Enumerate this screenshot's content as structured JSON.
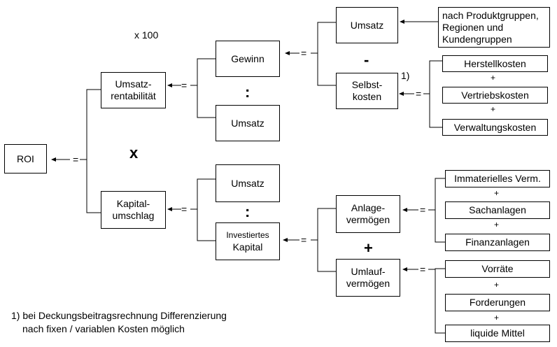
{
  "diagram": {
    "multiplier_note": "x 100",
    "footnote_marker": "1)",
    "boxes": {
      "roi": "ROI",
      "umsatzrentabilitaet": "Umsatz-\nrentabilität",
      "kapitalumschlag": "Kapital-\numschlag",
      "gewinn": "Gewinn",
      "umsatz_mid": "Umsatz",
      "umsatz_lower": "Umsatz",
      "investiertes_kapital_line1": "Investiertes",
      "investiertes_kapital_line2": "Kapital",
      "umsatz_top": "Umsatz",
      "selbstkosten": "Selbst-\nkosten",
      "produktgruppen": "nach Produktgruppen,\nRegionen und\nKundengruppen",
      "herstellkosten": "Herstellkosten",
      "vertriebskosten": "Vertriebskosten",
      "verwaltungskosten": "Verwaltungskosten",
      "anlagevermoegen": "Anlage-\nvermögen",
      "umlaufvermoegen": "Umlauf-\nvermögen",
      "immaterielles": "Immaterielles Verm.",
      "sachanlagen": "Sachanlagen",
      "finanzanlagen": "Finanzanlagen",
      "vorraete": "Vorräte",
      "forderungen": "Forderungen",
      "liquide_mittel": "liquide Mittel"
    },
    "operators": {
      "times": "x",
      "divide": ":",
      "minus": "-",
      "plus": "+"
    },
    "equals_sign": "=",
    "footnote": {
      "line1": "1) bei Deckungsbeitragsrechnung Differenzierung",
      "line2": "nach fixen / variablen Kosten möglich"
    }
  }
}
